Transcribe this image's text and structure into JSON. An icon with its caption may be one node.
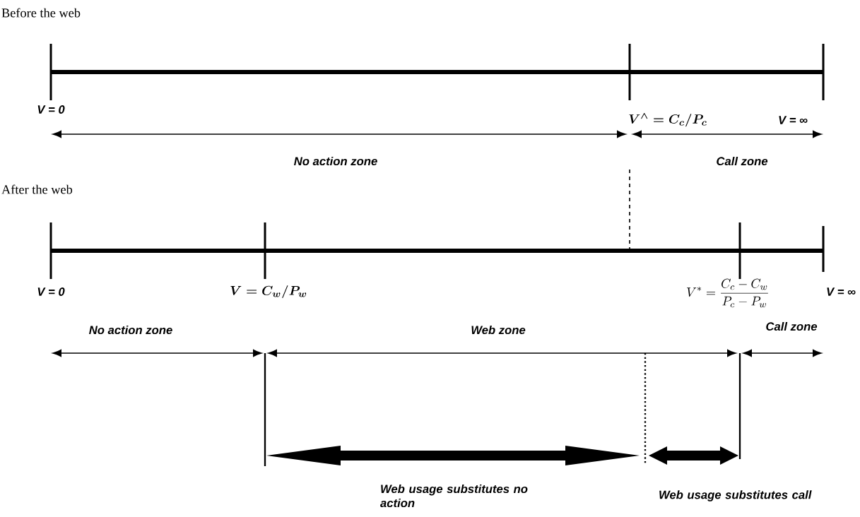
{
  "diagram": {
    "labels": [
      "Before the web",
      "V = 0",
      "\\boldsymbol{V^{\\wedge} = C_c / P_c}",
      "V = ∞",
      "No action zone",
      "Call zone",
      "After the web",
      "V = 0",
      "\\boldsymbol{V = C_w / P_w}",
      "V^{*} = \\frac{C_c - C_w}{P_c - P_w}",
      "V = ∞",
      "No action zone",
      "Web zone",
      "Call zone",
      "Web usage substitutes no action",
      "Web usage substitutes call"
    ]
  }
}
